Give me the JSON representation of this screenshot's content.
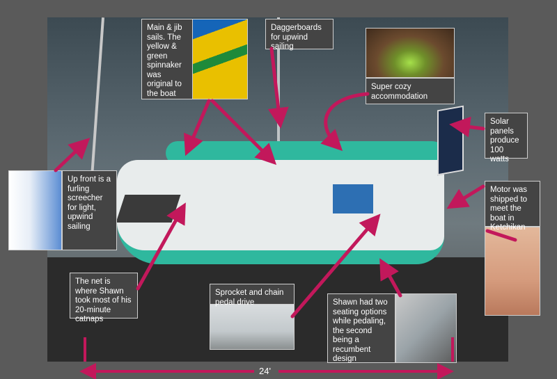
{
  "callouts": {
    "main_jib": "Main & jib sails. The yellow & green spinnaker was original to the boat",
    "daggerboards": "Daggerboards for upwind sailing",
    "accommodation": "Super cozy accommodation",
    "solar": "Solar panels produce 100 watts",
    "screecher": "Up front is a furling screecher for light, upwind sailing",
    "motor": "Motor was shipped to meet the boat in Ketchikan",
    "net": "The net is where Shawn took most of his 20-minute catnaps",
    "pedal": "Sprocket and chain pedal drive",
    "seating": "Shawn had two seating options while pedaling, the second being a recumbent design"
  },
  "dimension": {
    "length": "24'"
  },
  "colors": {
    "arrow": "#c2185b",
    "label_bg": "#444444",
    "hull": "#2fb89e"
  }
}
